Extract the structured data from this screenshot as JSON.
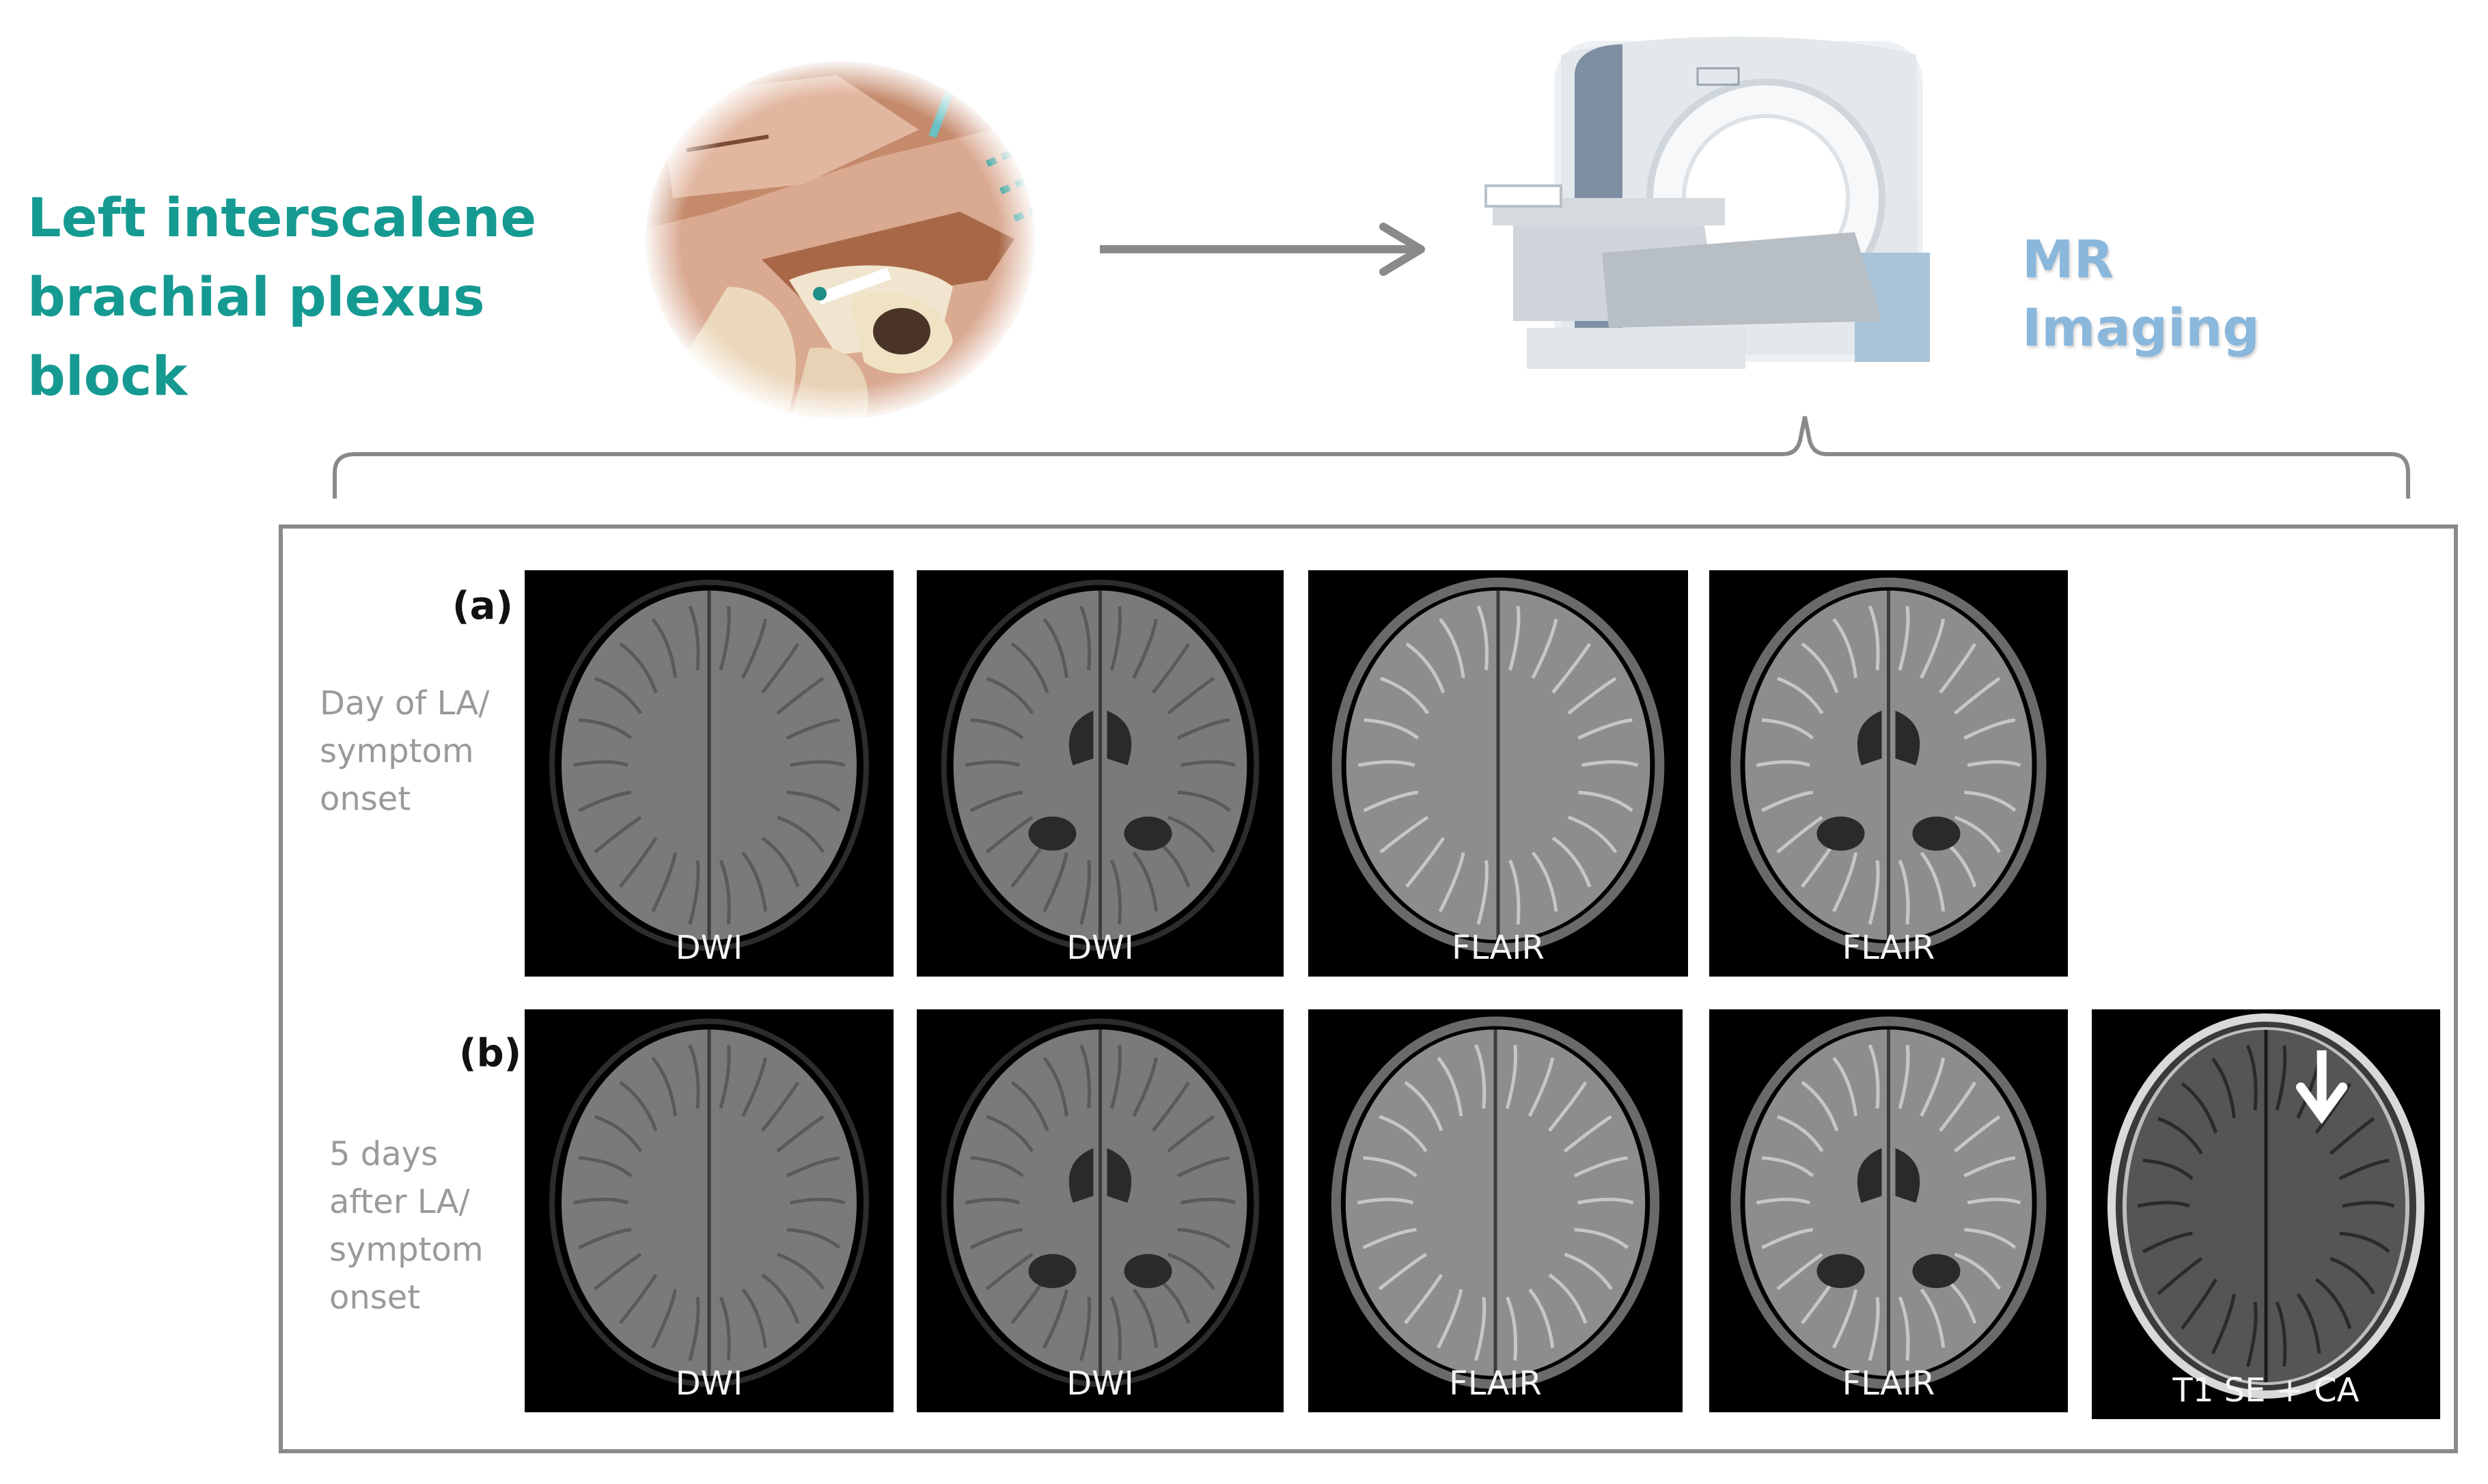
{
  "procedure": {
    "title_line1": "Left interscalene",
    "title_line2": "brachial plexus block",
    "title_color": "#159a92"
  },
  "imaging": {
    "title": "MR Imaging",
    "title_color": "#8ab7dc"
  },
  "rows": [
    {
      "label": "(a)",
      "description_lines": [
        "Day of LA/",
        "symptom",
        "onset"
      ],
      "scans": [
        {
          "modality": "DWI",
          "slice": "high"
        },
        {
          "modality": "DWI",
          "slice": "ventricles"
        },
        {
          "modality": "FLAIR",
          "slice": "high"
        },
        {
          "modality": "FLAIR",
          "slice": "ventricles"
        }
      ]
    },
    {
      "label": "(b)",
      "description_lines": [
        "5 days",
        "after LA/",
        "symptom",
        "onset"
      ],
      "scans": [
        {
          "modality": "DWI",
          "slice": "high"
        },
        {
          "modality": "DWI",
          "slice": "ventricles"
        },
        {
          "modality": "FLAIR",
          "slice": "high"
        },
        {
          "modality": "FLAIR",
          "slice": "ventricles"
        },
        {
          "modality": "T1 SE + CA",
          "slice": "high",
          "annotation": "arrow-icon"
        }
      ]
    }
  ]
}
